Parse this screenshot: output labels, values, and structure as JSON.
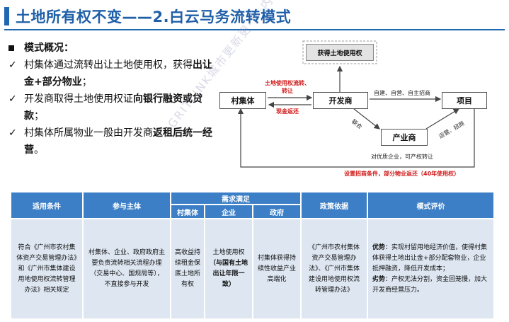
{
  "title": "土地所有权不变——2.白云马务流转模式",
  "overview_label": "模式概况：",
  "bullets": [
    {
      "pre": "村集体通过流转出让土地使用权，获得",
      "bold": "出让金+部分物业",
      "post": "；"
    },
    {
      "pre": "开发商取得土地使用权证",
      "bold": "向银行融资或贷款",
      "post": "；"
    },
    {
      "pre": "村集体所属物业一般由开发商",
      "bold": "返租后统一经营",
      "post": "。"
    }
  ],
  "diagram": {
    "box_top": "获得土地使用权",
    "box_village": "村集体",
    "box_developer": "开发商",
    "box_project": "项目",
    "box_industry": "产业商",
    "label_transfer_line1": "土地使用权流转、",
    "label_transfer_line2": "转让",
    "label_cash": "现金返还",
    "label_self": "自建、自营、自主招商",
    "label_coop": "联合",
    "label_ops": "运营、招商",
    "label_enterprise": "对优质企业，可产权转让",
    "label_bottom": "设置招商条件，部分物业返还（40年使用权）",
    "watermark": "GRITLINK城市更新更·多·内·容"
  },
  "table": {
    "headers": {
      "applicable": "适用条件",
      "participants": "参与主体",
      "needs": "需求满足",
      "village": "村集体",
      "enterprise": "企业",
      "government": "政府",
      "policy": "政策依据",
      "evaluation": "模式评价"
    },
    "row": {
      "applicable": "符合《广州市农村集体资产交易管理办法》和《广州市集体建设用地使用权流转管理办法》相关规定",
      "participants": "村集体、企业、政府政府主要负责流转相关流程办理（交易中心、国规局等），不直接参与开发",
      "village": "高收益持续租金保底土地所有权",
      "enterprise_pre": "土地使用权",
      "enterprise_bold": "（与国有土地出让年限一致）",
      "government": "村集体获得持续性收益产业高端化",
      "policy": "《广州市农村集体资产交易管理办法》、《广州市集体建设用地使用权流转管理办法》",
      "eval_adv_label": "优势",
      "eval_adv": "：实现村留用地经济价值，使得村集体获得土地出让金+部分配套物业，企业抵押融资，降低开发成本；",
      "eval_dis_label": "劣势",
      "eval_dis": "：产权无法分割，资金回笼慢，加大开发商经营压力。"
    }
  },
  "colors": {
    "accent": "#1f66b3",
    "header_fill": "#3c7fc6",
    "body_fill": "#dde6f1",
    "red": "#d01919"
  }
}
